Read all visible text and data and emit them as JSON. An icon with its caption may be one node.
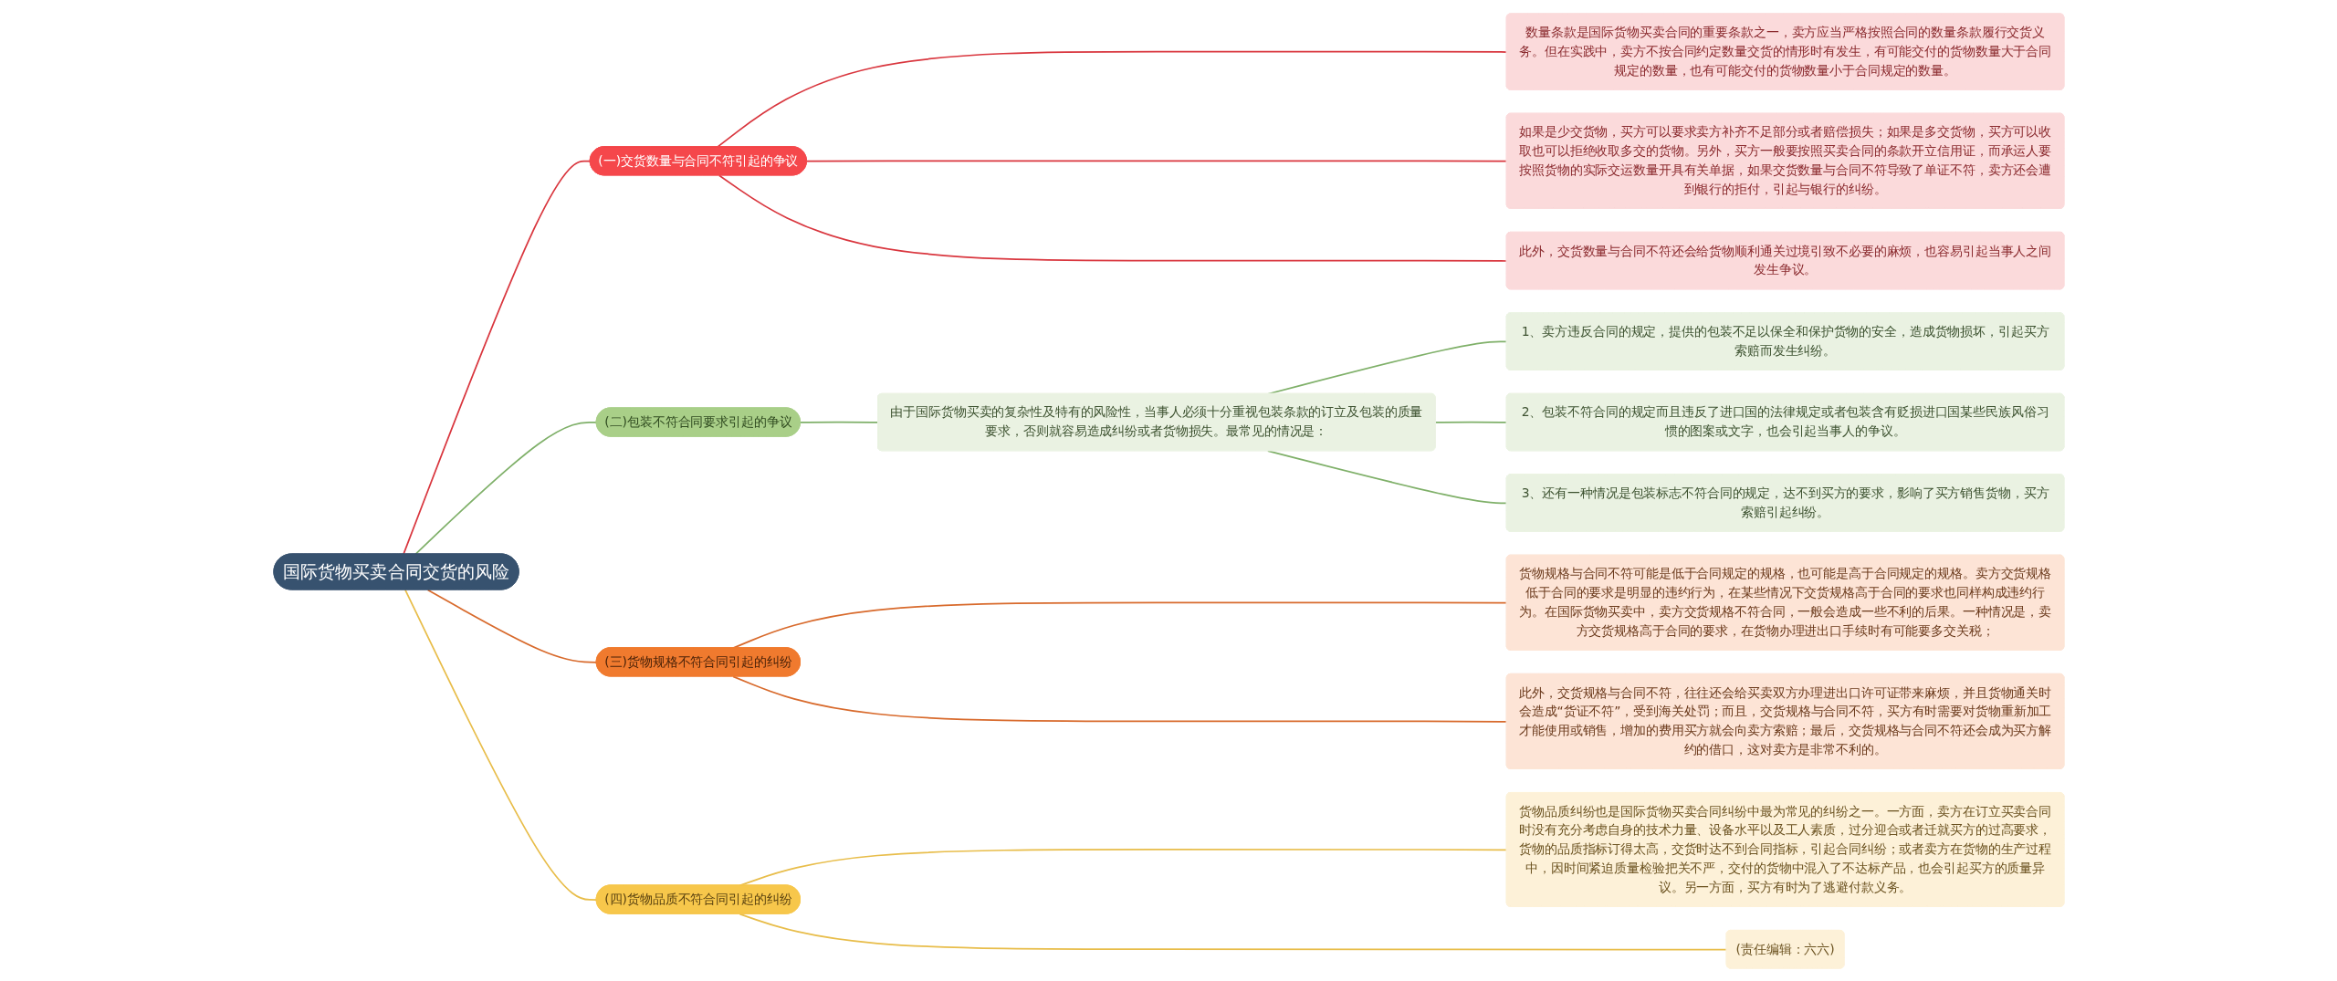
{
  "diagram": {
    "nodes": [
      {
        "text": [
          "国际货物买卖合同交货的风险"
        ]
      },
      {
        "text": [
          "(一)交货数量与合同不符引起的争议"
        ]
      },
      {
        "text": [
          "数量条款是国际货物买卖合同的重要条款之一，卖方应当严格按照合同的数量条款履行交货义务。但在实践中，卖方不按合同约定数量交货的情形时有发生，有可能交付的货物数量大于合同规定的数量，也有可能交付的货物数量小于合同规定的数量。"
        ]
      },
      {
        "text": [
          "如果是少交货物，买方可以要求卖方补齐不足部分或者赔偿损失；如果是多交货物，买方可以收取也可以拒绝收取多交的货物。另外，买方一般要按照买卖合同的条款开立信用证，而承运人要按照货物的实际交运数量开具有关单据，如果交货数量与合同不符导致了单证不符，卖方还会遭到银行的拒付，引起与银行的纠纷。"
        ]
      },
      {
        "text": [
          "此外，交货数量与合同不符还会给货物顺利通关过境引致不必要的麻烦，也容易引起当事人之间发生争议。"
        ]
      },
      {
        "text": [
          "(二)包装不符合同要求引起的争议"
        ]
      },
      {
        "text": [
          "由于国际货物买卖的复杂性及特有的风险性，当事人必须十分重视包装条款的订立及包装的质量要求，否则就容易造成纠纷或者货物损失。最常见的情况是："
        ]
      },
      {
        "text": [
          "1、卖方违反合同的规定，提供的包装不足以保全和保护货物的安全，造成货物损坏，引起买方索赔而发生纠纷。"
        ]
      },
      {
        "text": [
          "2、包装不符合同的规定而且违反了进口国的法律规定或者包装含有贬损进口国某些民族风俗习惯的图案或文字，也会引起当事人的争议。"
        ]
      },
      {
        "text": [
          "3、还有一种情况是包装标志不符合同的规定，达不到买方的要求，影响了买方销售货物，买方索赔引起纠纷。"
        ]
      },
      {
        "text": [
          "(三)货物规格不符合同引起的纠纷"
        ]
      },
      {
        "text": [
          "货物规格与合同不符可能是低于合同规定的规格，也可能是高于合同规定的规格。卖方交货规格低于合同的要求是明显的违约行为，在某些情况下交货规格高于合同的要求也同样构成违约行为。在国际货物买卖中，卖方交货规格不符合同，一般会造成一些不利的后果。一种情况是，卖方交货规格高于合同的要求，在货物办理进出口手续时有可能要多交关税；"
        ]
      },
      {
        "text": [
          "此外，交货规格与合同不符，往往还会给买卖双方办理进出口许可证带来麻烦，并且货物通关时会造成“货证不符”，受到海关处罚；而且，交货规格与合同不符，买方有时需要对货物重新加工才能使用或销售，增加的费用买方就会向卖方索赔；最后，交货规格与合同不符还会成为买方解约的借口，这对卖方是非常不利的。"
        ]
      },
      {
        "text": [
          "(四)货物品质不符合同引起的纠纷"
        ]
      },
      {
        "text": [
          "货物品质纠纷也是国际货物买卖合同纠纷中最为常见的纠纷之一。一方面，卖方在订立买卖合同时没有充分考虑自身的技术力量、设备水平以及工人素质，过分迎合或者迁就买方的过高要求，货物的品质指标订得太高，交货时达不到合同指标，引起合同纠纷；或者卖方在货物的生产过程中，因时间紧迫质量检验把关不严，交付的货物中混入了不达标产品，也会引起买方的质量异议。另一方面，买方有时为了逃避付款义务。"
        ]
      },
      {
        "text": [
          "(责任编辑：六六)"
        ]
      }
    ],
    "edges": [
      {
        "from": 0,
        "to": 1,
        "arrow": "none",
        "color": "#d9363e"
      },
      {
        "from": 1,
        "to": 2,
        "arrow": "none",
        "color": "#d9363e"
      },
      {
        "from": 1,
        "to": 3,
        "arrow": "none",
        "color": "#d9363e"
      },
      {
        "from": 1,
        "to": 4,
        "arrow": "none",
        "color": "#d9363e"
      },
      {
        "from": 0,
        "to": 5,
        "arrow": "none",
        "color": "#7fb069"
      },
      {
        "from": 5,
        "to": 6,
        "arrow": "none",
        "color": "#7fb069"
      },
      {
        "from": 6,
        "to": 7,
        "arrow": "none",
        "color": "#7fb069"
      },
      {
        "from": 6,
        "to": 8,
        "arrow": "none",
        "color": "#7fb069"
      },
      {
        "from": 6,
        "to": 9,
        "arrow": "none",
        "color": "#7fb069"
      },
      {
        "from": 0,
        "to": 10,
        "arrow": "none",
        "color": "#d86a2c"
      },
      {
        "from": 10,
        "to": 11,
        "arrow": "none",
        "color": "#d86a2c"
      },
      {
        "from": 10,
        "to": 12,
        "arrow": "none",
        "color": "#d86a2c"
      },
      {
        "from": 0,
        "to": 13,
        "arrow": "none",
        "color": "#e8bd4a"
      },
      {
        "from": 13,
        "to": 14,
        "arrow": "none",
        "color": "#e8bd4a"
      },
      {
        "from": 13,
        "to": 15,
        "arrow": "none",
        "color": "#e8bd4a"
      }
    ]
  }
}
